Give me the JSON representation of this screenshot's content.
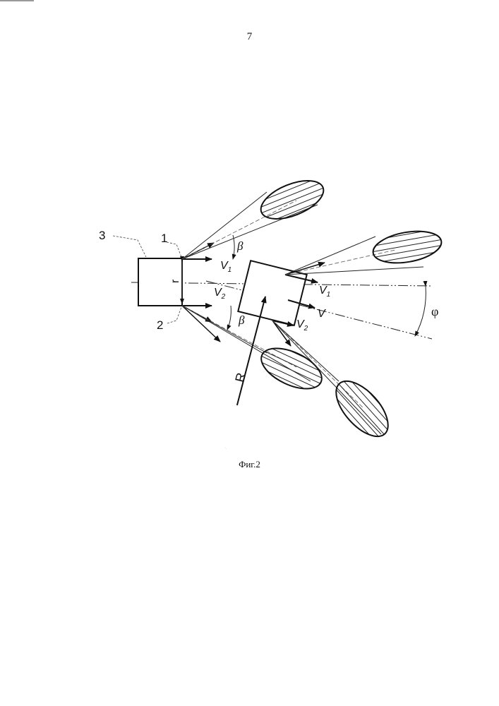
{
  "page": {
    "number": "7"
  },
  "figure": {
    "caption": "Фиг.2",
    "labels": {
      "body": "3",
      "nozzle_top": "1",
      "nozzle_bottom": "2",
      "radius_small": "r",
      "radius_large": "R",
      "angle_beta_top": "β",
      "angle_beta_bottom": "β",
      "angle_phi": "φ",
      "v1_first": "V",
      "v1_first_sub": "1",
      "v2_first": "V",
      "v2_first_sub": "2",
      "v1_second": "V",
      "v1_second_sub": "1",
      "v2_second": "V",
      "v2_second_sub": "2",
      "v_total": "V"
    }
  }
}
